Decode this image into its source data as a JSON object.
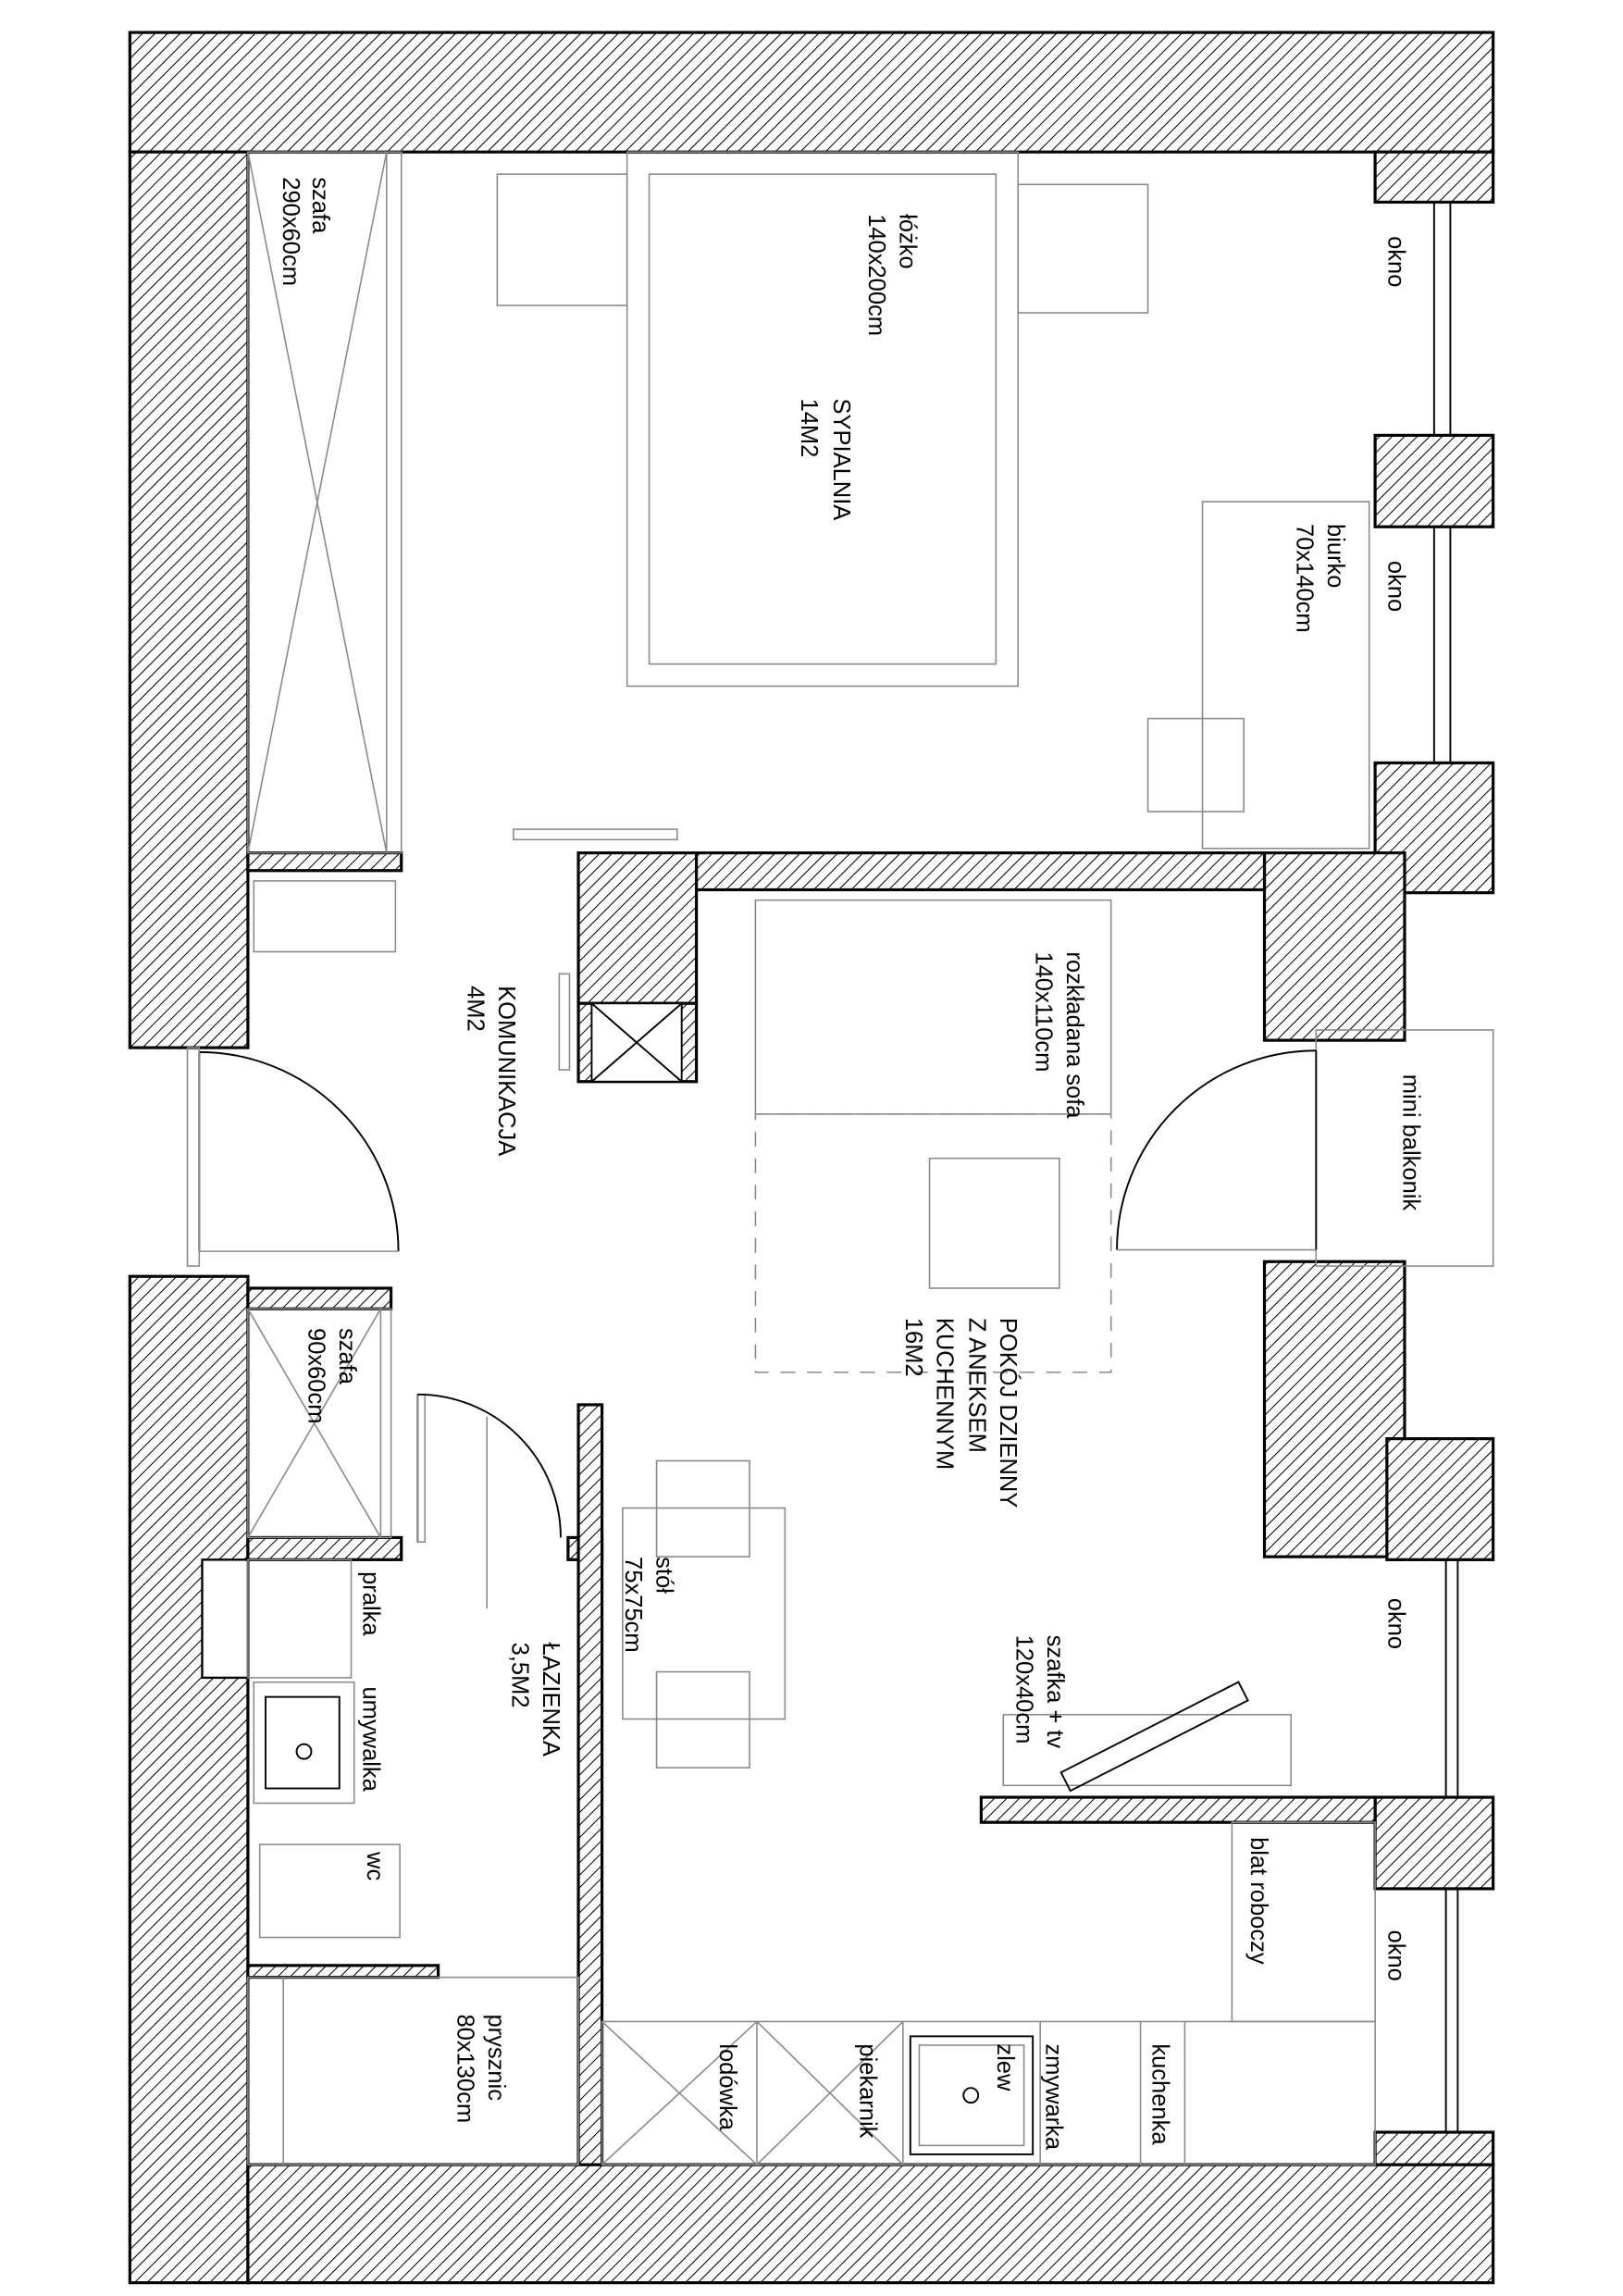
{
  "plan": {
    "rooms": {
      "bedroom": {
        "name": "SYPIALNIA",
        "area": "14M2"
      },
      "hall": {
        "name": "KOMUNIKACJA",
        "area": "4M2"
      },
      "living": {
        "name1": "POKÓJ DZIENNY",
        "name2": "Z ANEKSEM",
        "name3": "KUCHENNYM",
        "area": "16M2"
      },
      "bathroom": {
        "name": "ŁAZIENKA",
        "area": "3,5M2"
      }
    },
    "furniture": {
      "wardrobe_big": {
        "name": "szafa",
        "size": "290x60cm"
      },
      "bed": {
        "name": "łóżko",
        "size": "140x200cm"
      },
      "desk": {
        "name": "biurko",
        "size": "70x140cm"
      },
      "sofa": {
        "name": "rozkładana sofa",
        "size": "140x110cm"
      },
      "wardrobe_small": {
        "name": "szafa",
        "size": "90x60cm"
      },
      "table": {
        "name": "stół",
        "size": "75x75cm"
      },
      "tv": {
        "name": "szafka + tv",
        "size": "120x40cm"
      },
      "shower": {
        "name": "prysznic",
        "size": "80x130cm"
      },
      "counter": "blat roboczy",
      "washer": "pralka",
      "washbasin": "umywalka",
      "wc": "wc",
      "fridge": "lodówka",
      "oven": "piekarnik",
      "sink": "zlew",
      "dishwasher": "zmywarka",
      "stove": "kuchenka"
    },
    "window_label": "okno",
    "balcony_label": "mini balkonik"
  }
}
